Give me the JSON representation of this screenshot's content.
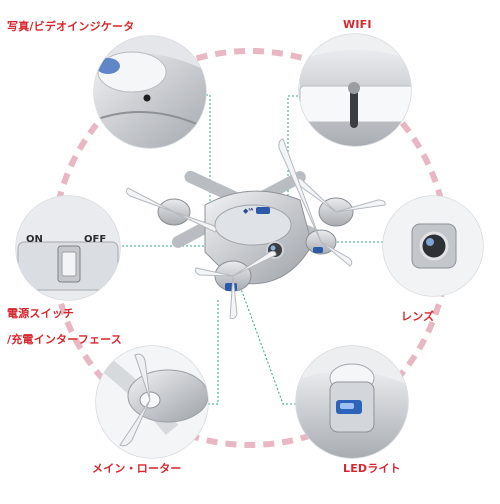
{
  "labels": {
    "photo_video_indicator": "写真/ビデオインジケータ",
    "wifi": "WIFI",
    "power_switch_line1": "電源スイッチ",
    "power_switch_line2": "/充電インターフェース",
    "lens": "レンズ",
    "main_rotor": "メイン・ローター",
    "led_light": "LEDライト"
  },
  "switch": {
    "on": "ON",
    "off": "OFF"
  },
  "colors": {
    "label_red": "#d8262e",
    "dash_circle": "#e8b7c3",
    "leader_line": "#36a48a",
    "drone_body": "#c9ccd0"
  }
}
